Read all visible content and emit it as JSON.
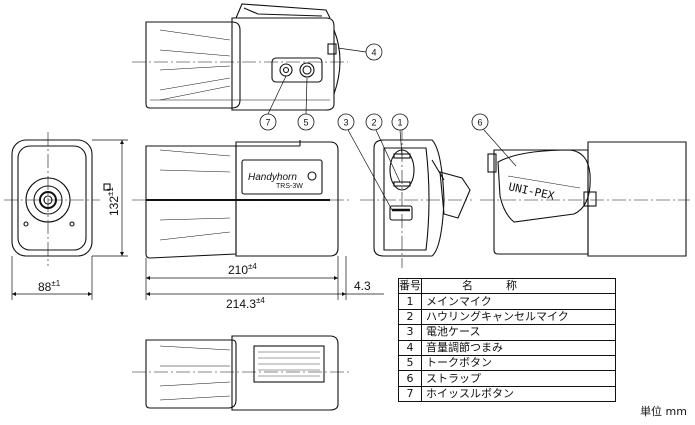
{
  "callouts": [
    "1",
    "2",
    "3",
    "4",
    "5",
    "6",
    "7"
  ],
  "dimensions": {
    "width_top": {
      "base": "210",
      "tol": "±4"
    },
    "width_full": {
      "base": "214.3",
      "tol": "±4"
    },
    "gap": "4.3",
    "front_width": {
      "base": "88",
      "tol": "±1"
    },
    "front_height": {
      "base": "132",
      "tol": "±1"
    }
  },
  "device_labels": {
    "brand": "Handyhorn",
    "model": "TRS-3W",
    "strap": "UNI-PEX"
  },
  "parts_table": {
    "header_num": "番号",
    "header_name": "名　　　称",
    "rows": [
      {
        "num": "1",
        "name": "メインマイク"
      },
      {
        "num": "2",
        "name": "ハウリングキャンセルマイク"
      },
      {
        "num": "3",
        "name": "電池ケース"
      },
      {
        "num": "4",
        "name": "音量調節つまみ"
      },
      {
        "num": "5",
        "name": "トークボタン"
      },
      {
        "num": "6",
        "name": "ストラップ"
      },
      {
        "num": "7",
        "name": "ホイッスルボタン"
      }
    ]
  },
  "unit_label": "単位 mm"
}
